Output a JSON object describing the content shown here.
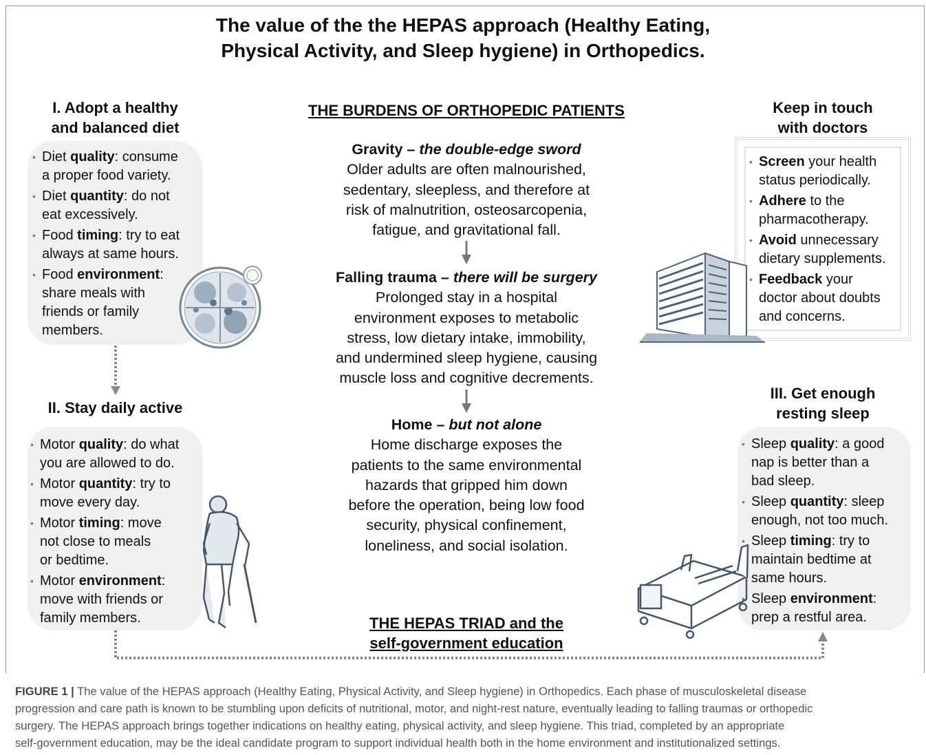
{
  "title": {
    "line1": "The value of the the HEPAS approach (Healthy Eating,",
    "line2": "Physical Activity, and Sleep hygiene) in Orthopedics."
  },
  "diet": {
    "heading_line1": "I. Adopt a healthy",
    "heading_line2": "and balanced diet",
    "items": [
      {
        "pre": "Diet ",
        "bold": "quality",
        "post": ": consume",
        "line2": "a proper food variety."
      },
      {
        "pre": "Diet ",
        "bold": "quantity",
        "post": ": do not",
        "line2": "eat excessively."
      },
      {
        "pre": "Food ",
        "bold": "timing",
        "post": ": try to eat",
        "line2": "always at same hours."
      },
      {
        "pre": "Food ",
        "bold": "environment",
        "post": ":",
        "line2": "share meals with",
        "line3": "friends or family",
        "line4": "members."
      }
    ]
  },
  "active": {
    "heading": "II. Stay daily active",
    "items": [
      {
        "pre": "Motor ",
        "bold": "quality",
        "post": ": do what",
        "line2": "you are allowed to do."
      },
      {
        "pre": "Motor ",
        "bold": "quantity",
        "post": ": try to",
        "line2": "move every day."
      },
      {
        "pre": "Motor ",
        "bold": "timing",
        "post": ": move",
        "line2": "not close to meals",
        "line3": "or bedtime."
      },
      {
        "pre": "Motor ",
        "bold": "environment",
        "post": ":",
        "line2": "move with friends or",
        "line3": "family members."
      }
    ]
  },
  "doctors": {
    "heading_line1": "Keep in touch",
    "heading_line2": "with doctors",
    "items": [
      {
        "bold": "Screen",
        "post": " your health",
        "line2": "status periodically."
      },
      {
        "bold": "Adhere",
        "post": " to the",
        "line2": "pharmacotherapy."
      },
      {
        "bold": "Avoid",
        "post": " unnecessary",
        "line2": "dietary supplements."
      },
      {
        "bold": "Feedback",
        "post": " your",
        "line2": "doctor about doubts",
        "line3": "and concerns."
      }
    ]
  },
  "sleep": {
    "heading_line1": "III. Get enough",
    "heading_line2": "resting sleep",
    "items": [
      {
        "pre": "Sleep ",
        "bold": "quality",
        "post": ": a good",
        "line2": "nap is better than a",
        "line3": "bad sleep."
      },
      {
        "pre": "Sleep ",
        "bold": "quantity",
        "post": ": sleep",
        "line2": "enough, not too much."
      },
      {
        "pre": "Sleep ",
        "bold": "timing",
        "post": ": try to",
        "line2": "maintain bedtime at",
        "line3": "same hours."
      },
      {
        "pre": "Sleep ",
        "bold": "environment",
        "post": ":",
        "line2": "prep a restful area."
      }
    ]
  },
  "burdens": {
    "heading": "THE BURDENS OF ORTHOPEDIC PATIENTS",
    "gravity": {
      "title_plain": "Gravity – ",
      "title_italic": "the double-edge sword",
      "lines": [
        "Older adults are often malnourished,",
        "sedentary, sleepless, and therefore at",
        "risk of malnutrition, osteosarcopenia,",
        "fatigue, and gravitational fall."
      ]
    },
    "trauma": {
      "title_plain": "Falling trauma – ",
      "title_italic": "there will be surgery",
      "lines": [
        "Prolonged stay in a hospital",
        "environment exposes to metabolic",
        "stress, low dietary intake, immobility,",
        "and undermined sleep hygiene, causing",
        "muscle loss and cognitive decrements."
      ]
    },
    "home": {
      "title_plain": "Home – ",
      "title_italic": "but not alone",
      "lines": [
        "Home discharge exposes the",
        "patients to the same environmental",
        "hazards that gripped him down",
        "before the operation, being low food",
        "security, physical confinement,",
        "loneliness, and social isolation."
      ]
    }
  },
  "triad": {
    "line1": "THE HEPAS TRIAD and the",
    "line2": "self-government education"
  },
  "caption": {
    "label": "FIGURE 1 |",
    "lines": [
      " The value of the HEPAS approach (Healthy Eating, Physical Activity, and Sleep hygiene) in Orthopedics. Each phase of musculoskeletal disease",
      "progression and care path is known to be stumbling upon deficits of nutritional, motor, and night-rest nature, eventually leading to falling traumas or orthopedic",
      "surgery. The HEPAS approach brings together indications on healthy eating, physical activity, and sleep hygiene. This triad, completed by an appropriate",
      "self-government education, may be the ideal candidate program to support individual health both in the home environment and institutionalized settings."
    ]
  },
  "colors": {
    "panel": "#f0f0f0",
    "arrow": "#777777",
    "caption_text": "#555555"
  },
  "icons": [
    "food-plate-icon",
    "hospital-building-icon",
    "elderly-walker-icon",
    "hospital-bed-icon"
  ]
}
